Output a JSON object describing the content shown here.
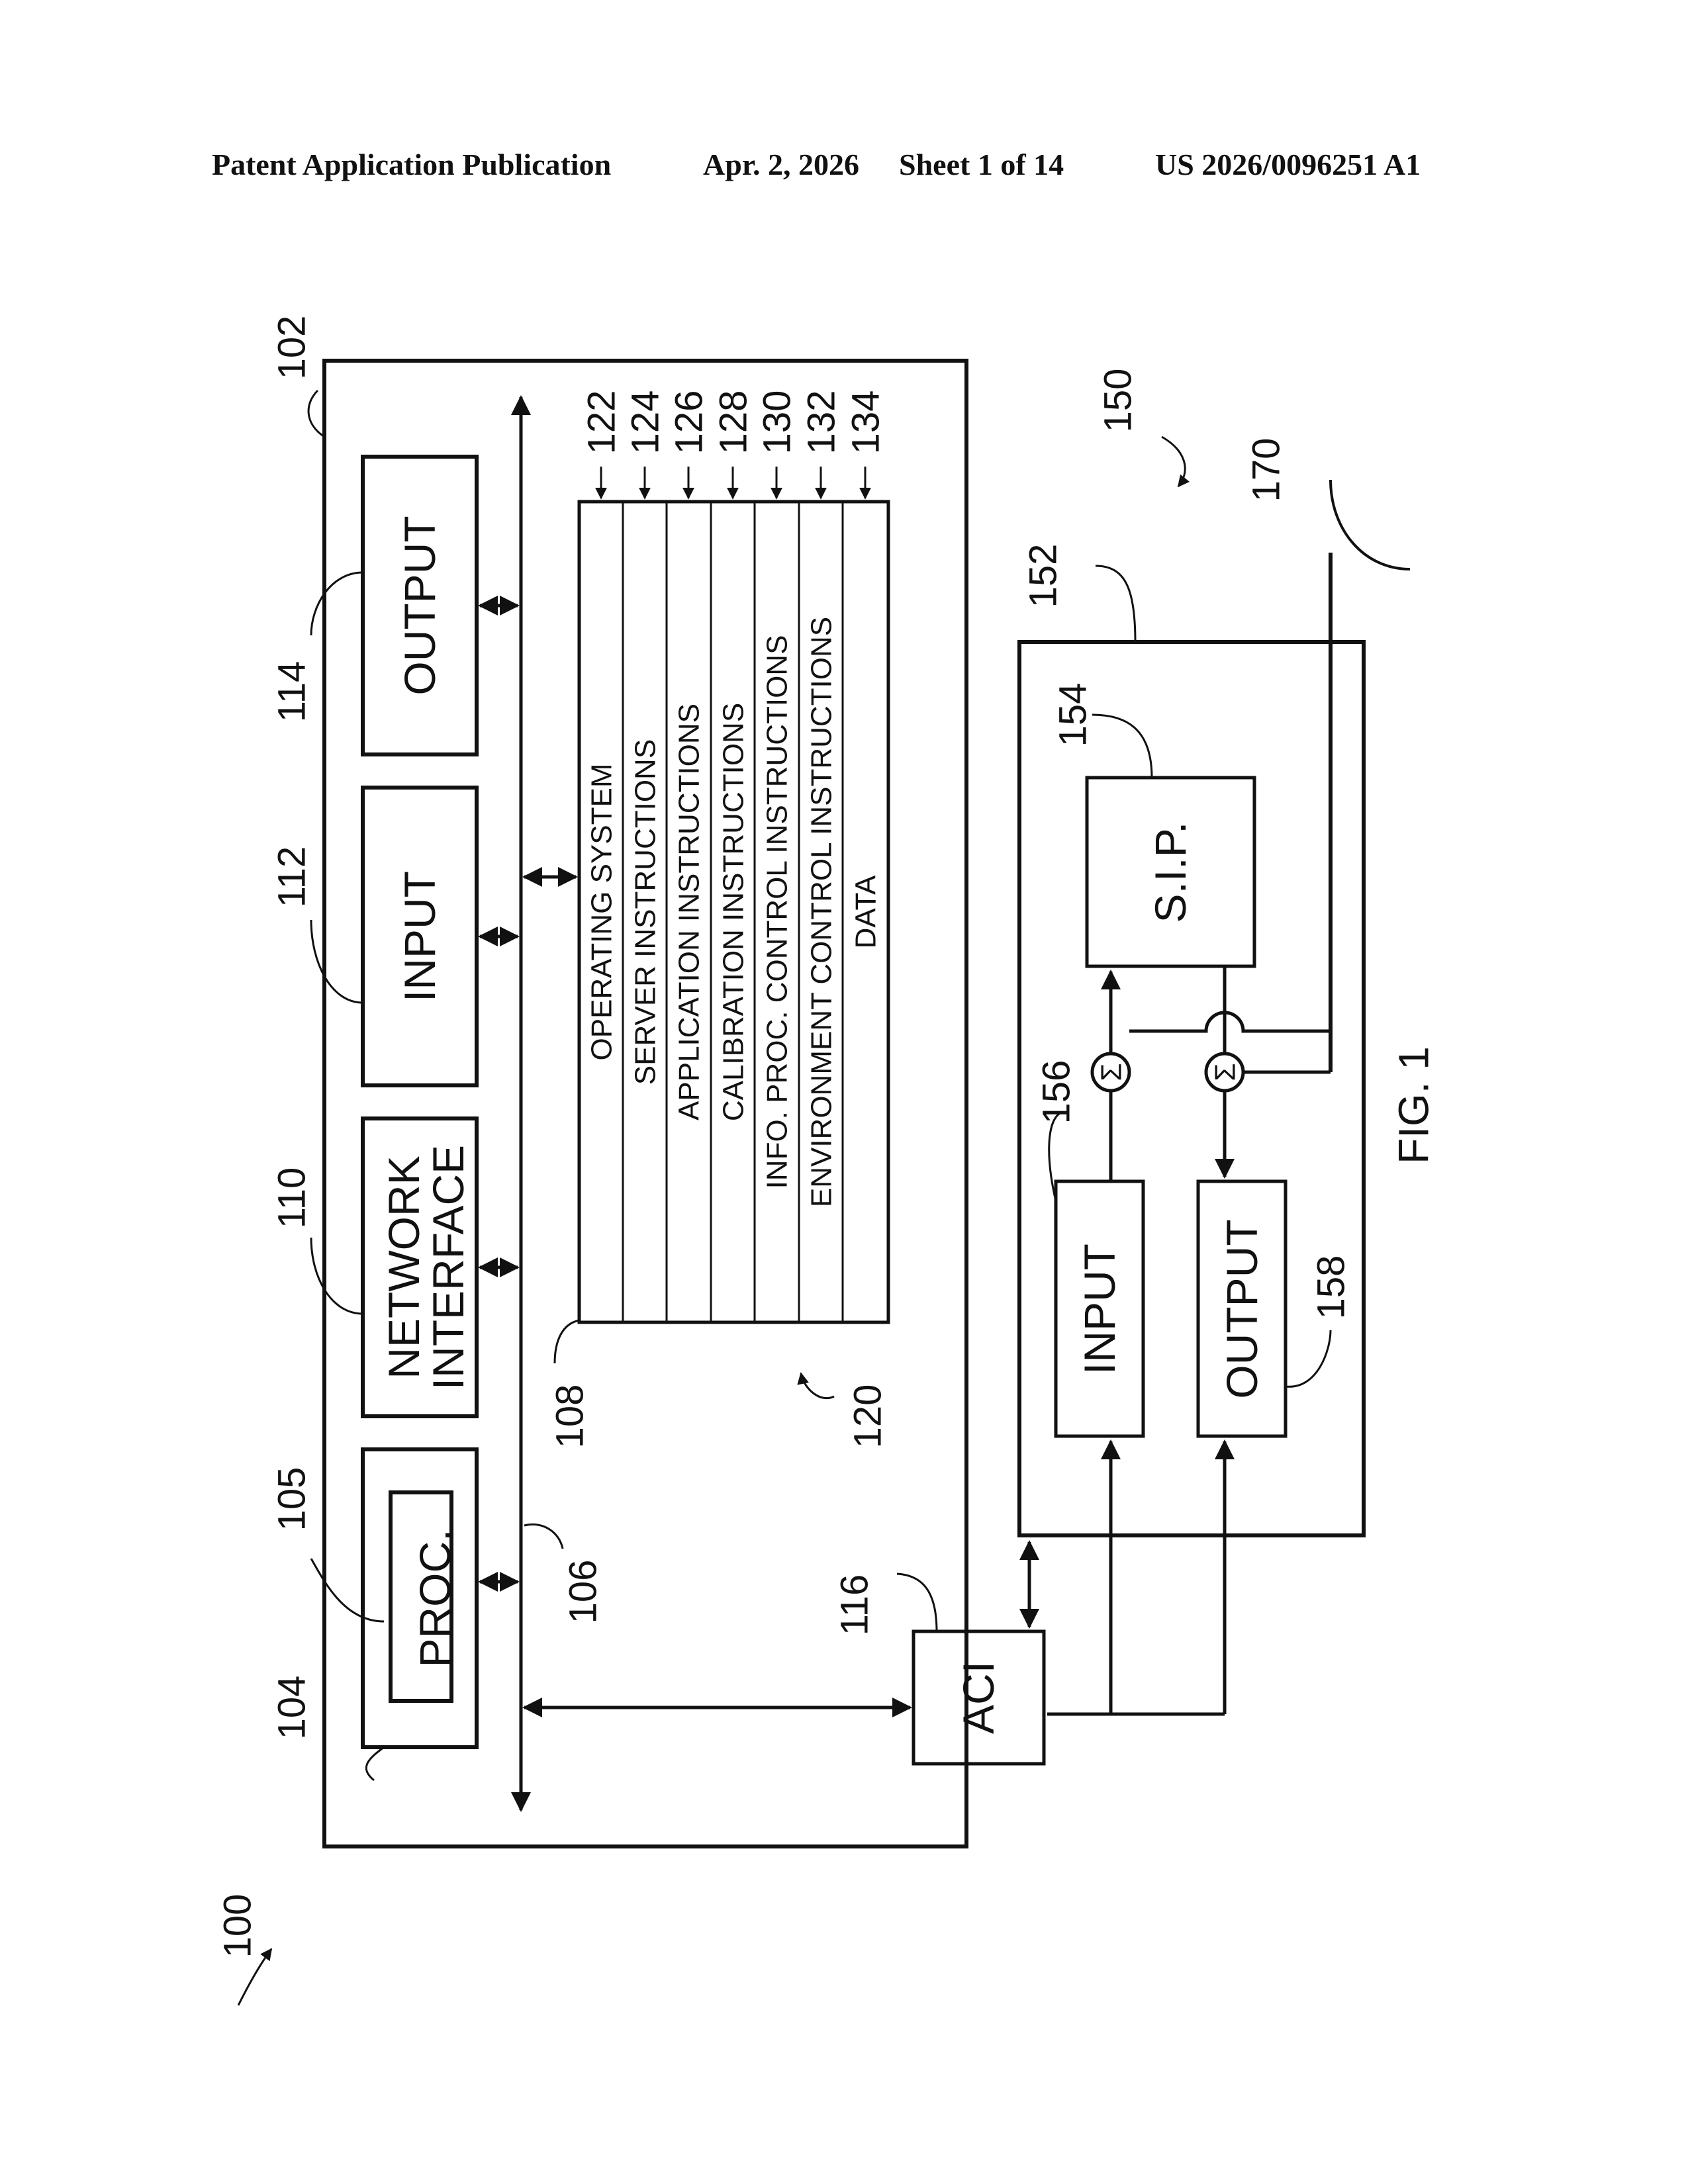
{
  "header": {
    "publication": "Patent Application Publication",
    "date": "Apr. 2, 2026",
    "sheet": "Sheet 1 of 14",
    "number": "US 2026/0096251 A1"
  },
  "figure": {
    "caption": "FIG. 1",
    "refs": {
      "r100": "100",
      "r102": "102",
      "r104": "104",
      "r105": "105",
      "r106": "106",
      "r108": "108",
      "r110": "110",
      "r112": "112",
      "r114": "114",
      "r116": "116",
      "r120": "120",
      "r122": "122",
      "r124": "124",
      "r126": "126",
      "r128": "128",
      "r130": "130",
      "r132": "132",
      "r134": "134",
      "r150": "150",
      "r152": "152",
      "r154": "154",
      "r156": "156",
      "r158": "158",
      "r170": "170"
    },
    "blocks": {
      "proc": "PROC.",
      "network_1": "NETWORK",
      "network_2": "INTERFACE",
      "input": "INPUT",
      "output": "OUTPUT",
      "aci": "ACI",
      "sip": "S.I.P.",
      "dev_input": "INPUT",
      "dev_output": "OUTPUT"
    },
    "memory_rows": [
      "OPERATING SYSTEM",
      "SERVER INSTRUCTIONS",
      "APPLICATION INSTRUCTIONS",
      "CALIBRATION INSTRUCTIONS",
      "INFO. PROC. CONTROL INSTRUCTIONS",
      "ENVIRONMENT CONTROL INSTRUCTIONS",
      "DATA"
    ],
    "sigma_symbol": "Σ"
  }
}
